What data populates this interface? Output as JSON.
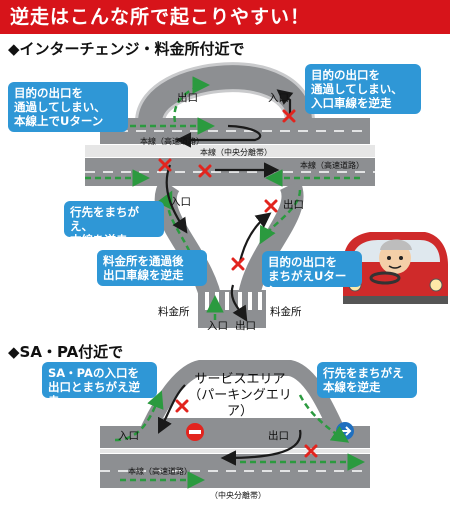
{
  "title": "逆走はこんな所で起こりやすい！",
  "section1": {
    "heading": "◆インターチェンジ・料金所付近で",
    "callouts": [
      "目的の出口を\n通過してしまい、\n本線上でUターン",
      "目的の出口を\n通過してしまい、\n入口車線を逆走",
      "行先をまちがえ、\n本線を逆走",
      "料金所を通過後\n出口車線を逆走",
      "目的の出口を\nまちがえUターン"
    ],
    "labels": {
      "exit": "出口",
      "entrance": "入口",
      "mainline_left": "本線（高速道路）",
      "mainline_right": "本線（高速道路）",
      "median": "本線（中央分離帯）",
      "tollgate": "料金所"
    }
  },
  "section2": {
    "heading": "◆SA・PA付近で",
    "callouts": [
      "SA・PAの入口を\n出口とまちがえ逆走",
      "行先をまちがえ\n本線を逆走"
    ],
    "labels": {
      "service_area": "サービスエリア\n（パーキングエリア）",
      "entrance": "入口",
      "exit": "出口",
      "mainline": "本線（高速道路）",
      "median": "（中央分離帯）"
    }
  },
  "colors": {
    "banner": "#d7141a",
    "callout": "#2f97d6",
    "road": "#8d8f92",
    "arrow_correct": "#2b9a3f",
    "arrow_wrong": "#1a1a1a",
    "cross": "#e2241e"
  }
}
